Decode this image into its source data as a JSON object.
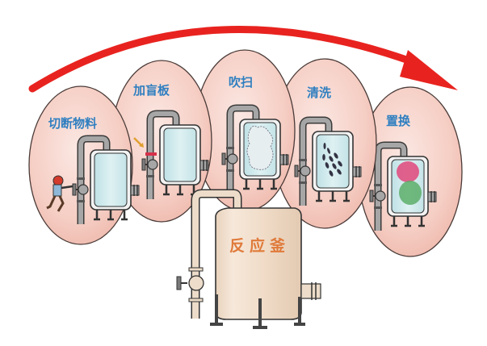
{
  "diagram": {
    "title": "",
    "arrow": {
      "direction": "left-to-right",
      "color": "#e8231f"
    },
    "steps": [
      {
        "order": 1,
        "label": "切断物料",
        "illustration": "worker-closing-valve",
        "tank_fill": "#cfe9ec"
      },
      {
        "order": 2,
        "label": "加盲板",
        "illustration": "blind-plate-inserted",
        "tank_fill": "#cfe9ec"
      },
      {
        "order": 3,
        "label": "吹扫",
        "illustration": "gas-purge-cloud",
        "tank_fill": "#cfe9ec"
      },
      {
        "order": 4,
        "label": "清洗",
        "illustration": "water-spray-wash",
        "tank_fill": "#cfe9ec"
      },
      {
        "order": 5,
        "label": "置换",
        "illustration": "gas-replacement",
        "tank_fill": "#cfe9ec"
      }
    ],
    "reactor": {
      "label": "反应釜"
    },
    "colors": {
      "bubble": "#f6cfc6",
      "bubble_edge": "#4a3b38",
      "label_text": "#2f7fc0",
      "reactor_body": "#efdcc8",
      "reactor_text": "#e07a3a",
      "pipe": "#9a9a9a",
      "replace_pink": "#e0467a",
      "replace_green": "#5cae6a"
    }
  }
}
